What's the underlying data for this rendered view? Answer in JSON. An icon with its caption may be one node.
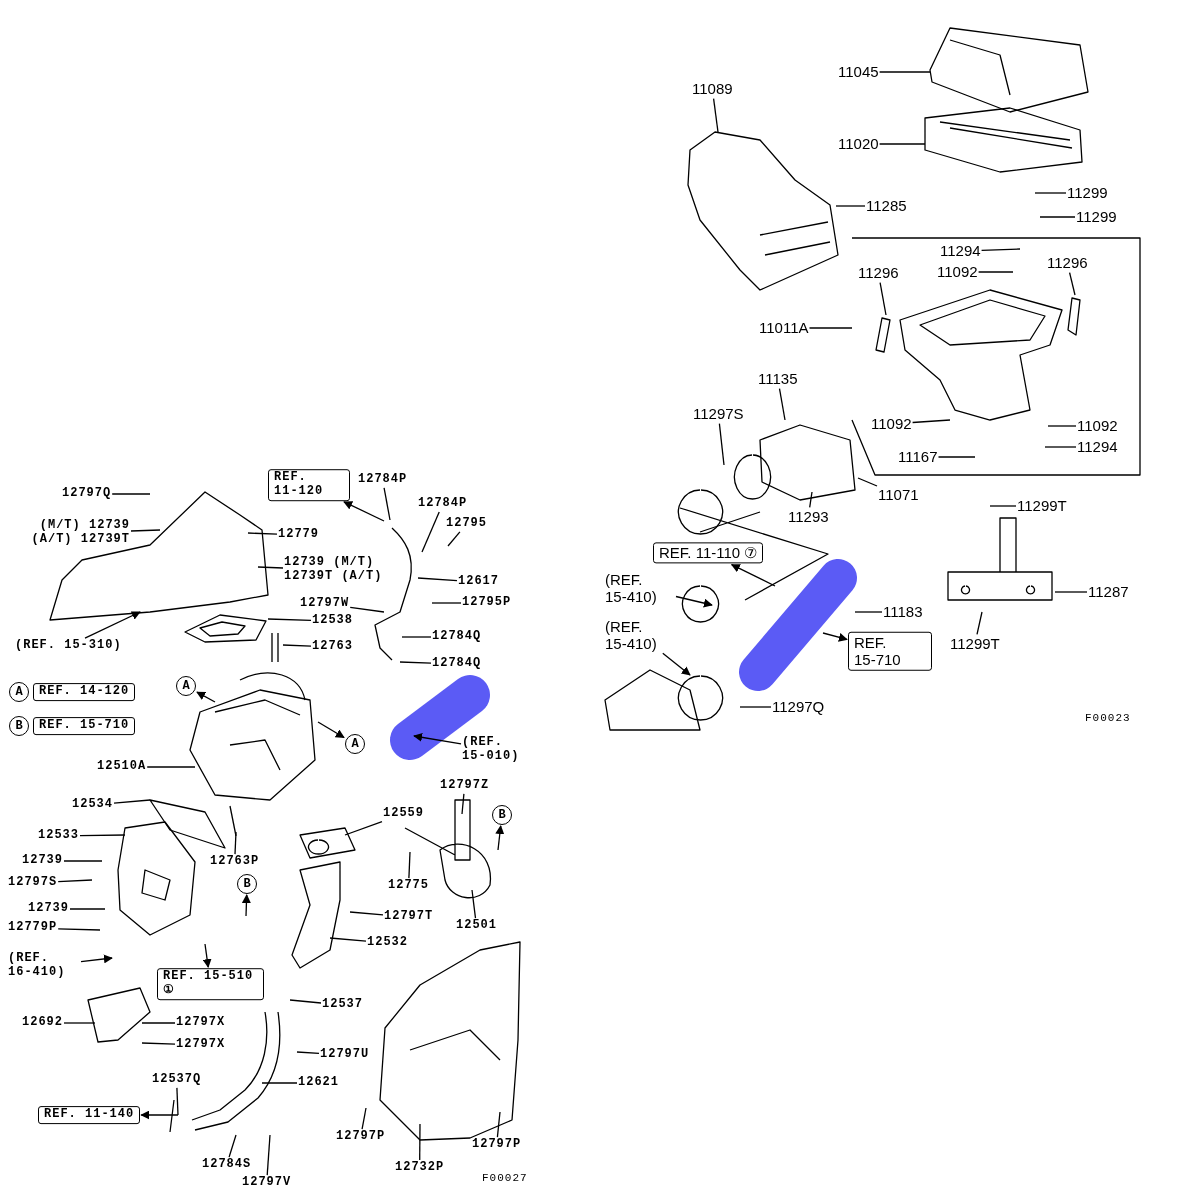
{
  "diagram": {
    "nodes": [
      {
        "text": [
          "12797Q"
        ]
      },
      {
        "text": [
          "(M/T) 12739 (A/T) 12739T"
        ]
      },
      {
        "text": [
          "12779"
        ]
      },
      {
        "text": [
          "12739 (M/T) 12739T (A/T)"
        ]
      },
      {
        "text": [
          "(REF. 15-310)"
        ]
      },
      {
        "text": [
          "REF. 11-120"
        ]
      },
      {
        "text": [
          "12784P"
        ]
      },
      {
        "text": [
          "12784P"
        ]
      },
      {
        "text": [
          "12795"
        ]
      },
      {
        "text": [
          "12617"
        ]
      },
      {
        "text": [
          "12797W"
        ]
      },
      {
        "text": [
          "12795P"
        ]
      },
      {
        "text": [
          "12538"
        ]
      },
      {
        "text": [
          "12784Q"
        ]
      },
      {
        "text": [
          "12763"
        ]
      },
      {
        "text": [
          "12784Q"
        ]
      },
      {
        "text": [
          "A"
        ]
      },
      {
        "text": [
          "REF. 14-120"
        ]
      },
      {
        "text": [
          "B"
        ]
      },
      {
        "text": [
          "REF. 15-710"
        ]
      },
      {
        "text": [
          "A"
        ]
      },
      {
        "text": [
          "A"
        ]
      },
      {
        "text": [
          "(REF. 15-010)"
        ]
      },
      {
        "text": [
          "12510A"
        ]
      },
      {
        "text": [
          "12797Z"
        ]
      },
      {
        "text": [
          "B"
        ]
      },
      {
        "text": [
          "12534"
        ]
      },
      {
        "text": [
          "12533"
        ]
      },
      {
        "text": [
          "12559"
        ]
      },
      {
        "text": [
          "12763P"
        ]
      },
      {
        "text": [
          "12739"
        ]
      },
      {
        "text": [
          "12797S"
        ]
      },
      {
        "text": [
          "B"
        ]
      },
      {
        "text": [
          "12775"
        ]
      },
      {
        "text": [
          "12739"
        ]
      },
      {
        "text": [
          "12797T"
        ]
      },
      {
        "text": [
          "12779P"
        ]
      },
      {
        "text": [
          "12501"
        ]
      },
      {
        "text": [
          "12532"
        ]
      },
      {
        "text": [
          "(REF. 16-410)"
        ]
      },
      {
        "text": [
          "REF. 15-510 ①"
        ]
      },
      {
        "text": [
          "12537"
        ]
      },
      {
        "text": [
          "12692"
        ]
      },
      {
        "text": [
          "12797X"
        ]
      },
      {
        "text": [
          "12797X"
        ]
      },
      {
        "text": [
          "12797U"
        ]
      },
      {
        "text": [
          "12537Q"
        ]
      },
      {
        "text": [
          "12621"
        ]
      },
      {
        "text": [
          "REF. 11-140"
        ]
      },
      {
        "text": [
          "12797P"
        ]
      },
      {
        "text": [
          "12797P"
        ]
      },
      {
        "text": [
          "12784S"
        ]
      },
      {
        "text": [
          "12797V"
        ]
      },
      {
        "text": [
          "12732P"
        ]
      },
      {
        "text": [
          "11089"
        ]
      },
      {
        "text": [
          "11045"
        ]
      },
      {
        "text": [
          "11020"
        ]
      },
      {
        "text": [
          "11285"
        ]
      },
      {
        "text": [
          "11299"
        ]
      },
      {
        "text": [
          "11299"
        ]
      },
      {
        "text": [
          "11294"
        ]
      },
      {
        "text": [
          "11296"
        ]
      },
      {
        "text": [
          "11092"
        ]
      },
      {
        "text": [
          "11296"
        ]
      },
      {
        "text": [
          "11011A"
        ]
      },
      {
        "text": [
          "11135"
        ]
      },
      {
        "text": [
          "11297S"
        ]
      },
      {
        "text": [
          "11092"
        ]
      },
      {
        "text": [
          "11092"
        ]
      },
      {
        "text": [
          "11294"
        ]
      },
      {
        "text": [
          "11167"
        ]
      },
      {
        "text": [
          "11071"
        ]
      },
      {
        "text": [
          "11293"
        ]
      },
      {
        "text": [
          "11299T"
        ]
      },
      {
        "text": [
          "REF. 11-110 ⑦"
        ]
      },
      {
        "text": [
          "(REF. 15-410)"
        ]
      },
      {
        "text": [
          "11287"
        ]
      },
      {
        "text": [
          "11183"
        ]
      },
      {
        "text": [
          "(REF. 15-410)"
        ]
      },
      {
        "text": [
          "REF. 15-710"
        ]
      },
      {
        "text": [
          "11299T"
        ]
      },
      {
        "text": [
          "11297Q"
        ]
      }
    ],
    "edges": [
      {
        "from": 0,
        "to": null,
        "arrow": "none"
      },
      {
        "from": 1,
        "to": null,
        "arrow": "none"
      },
      {
        "from": 2,
        "to": null,
        "arrow": "none"
      },
      {
        "from": 3,
        "to": null,
        "arrow": "none"
      },
      {
        "from": 4,
        "to": null,
        "arrow": "to"
      },
      {
        "from": null,
        "to": 5,
        "arrow": "to"
      },
      {
        "from": 6,
        "to": null,
        "arrow": "none"
      },
      {
        "from": 7,
        "to": null,
        "arrow": "none"
      },
      {
        "from": 8,
        "to": null,
        "arrow": "none"
      },
      {
        "from": 9,
        "to": null,
        "arrow": "none"
      },
      {
        "from": 10,
        "to": null,
        "arrow": "none"
      },
      {
        "from": 11,
        "to": null,
        "arrow": "none"
      },
      {
        "from": 12,
        "to": null,
        "arrow": "none"
      },
      {
        "from": 13,
        "to": null,
        "arrow": "none"
      },
      {
        "from": 14,
        "to": null,
        "arrow": "none"
      },
      {
        "from": 15,
        "to": null,
        "arrow": "none"
      },
      {
        "from": null,
        "to": 20,
        "arrow": "to"
      },
      {
        "from": null,
        "to": 21,
        "arrow": "to"
      },
      {
        "from": 22,
        "to": null,
        "arrow": "to"
      },
      {
        "from": 23,
        "to": null,
        "arrow": "none"
      },
      {
        "from": 24,
        "to": null,
        "arrow": "none"
      },
      {
        "from": null,
        "to": 25,
        "arrow": "to"
      },
      {
        "from": 26,
        "to": null,
        "arrow": "none"
      },
      {
        "from": 27,
        "to": null,
        "arrow": "none"
      },
      {
        "from": 28,
        "to": null,
        "arrow": "none"
      },
      {
        "from": 29,
        "to": null,
        "arrow": "none"
      },
      {
        "from": 30,
        "to": null,
        "arrow": "none"
      },
      {
        "from": 31,
        "to": null,
        "arrow": "none"
      },
      {
        "from": null,
        "to": 32,
        "arrow": "to"
      },
      {
        "from": 33,
        "to": null,
        "arrow": "none"
      },
      {
        "from": 34,
        "to": null,
        "arrow": "none"
      },
      {
        "from": 35,
        "to": null,
        "arrow": "none"
      },
      {
        "from": 36,
        "to": null,
        "arrow": "none"
      },
      {
        "from": 37,
        "to": null,
        "arrow": "none"
      },
      {
        "from": 38,
        "to": null,
        "arrow": "none"
      },
      {
        "from": 39,
        "to": null,
        "arrow": "to"
      },
      {
        "from": null,
        "to": 40,
        "arrow": "to"
      },
      {
        "from": 41,
        "to": null,
        "arrow": "none"
      },
      {
        "from": 42,
        "to": null,
        "arrow": "none"
      },
      {
        "from": 43,
        "to": null,
        "arrow": "none"
      },
      {
        "from": 44,
        "to": null,
        "arrow": "none"
      },
      {
        "from": 45,
        "to": null,
        "arrow": "none"
      },
      {
        "from": 46,
        "to": null,
        "arrow": "none"
      },
      {
        "from": 47,
        "to": null,
        "arrow": "none"
      },
      {
        "from": null,
        "to": 48,
        "arrow": "to"
      },
      {
        "from": 49,
        "to": null,
        "arrow": "none"
      },
      {
        "from": 50,
        "to": null,
        "arrow": "none"
      },
      {
        "from": 51,
        "to": null,
        "arrow": "none"
      },
      {
        "from": 52,
        "to": null,
        "arrow": "none"
      },
      {
        "from": 53,
        "to": null,
        "arrow": "none"
      },
      {
        "from": 54,
        "to": null,
        "arrow": "none"
      },
      {
        "from": 55,
        "to": null,
        "arrow": "none"
      },
      {
        "from": 56,
        "to": null,
        "arrow": "none"
      },
      {
        "from": 57,
        "to": null,
        "arrow": "none"
      },
      {
        "from": 58,
        "to": null,
        "arrow": "none"
      },
      {
        "from": 59,
        "to": null,
        "arrow": "none"
      },
      {
        "from": 60,
        "to": null,
        "arrow": "none"
      },
      {
        "from": 61,
        "to": null,
        "arrow": "none"
      },
      {
        "from": 62,
        "to": null,
        "arrow": "none"
      },
      {
        "from": 63,
        "to": null,
        "arrow": "none"
      },
      {
        "from": 64,
        "to": null,
        "arrow": "none"
      },
      {
        "from": 65,
        "to": null,
        "arrow": "none"
      },
      {
        "from": 66,
        "to": null,
        "arrow": "none"
      },
      {
        "from": 67,
        "to": null,
        "arrow": "none"
      },
      {
        "from": 68,
        "to": null,
        "arrow": "none"
      },
      {
        "from": 69,
        "to": null,
        "arrow": "none"
      },
      {
        "from": 70,
        "to": null,
        "arrow": "none"
      },
      {
        "from": 71,
        "to": null,
        "arrow": "none"
      },
      {
        "from": 72,
        "to": null,
        "arrow": "none"
      },
      {
        "from": 73,
        "to": null,
        "arrow": "none"
      },
      {
        "from": null,
        "to": 74,
        "arrow": "to"
      },
      {
        "from": 75,
        "to": null,
        "arrow": "to"
      },
      {
        "from": 76,
        "to": null,
        "arrow": "none"
      },
      {
        "from": 77,
        "to": null,
        "arrow": "none"
      },
      {
        "from": 78,
        "to": null,
        "arrow": "to"
      },
      {
        "from": null,
        "to": 79,
        "arrow": "to"
      },
      {
        "from": 80,
        "to": null,
        "arrow": "none"
      },
      {
        "from": 81,
        "to": null,
        "arrow": "none"
      }
    ],
    "labels": [
      "F00023",
      "F00027"
    ]
  }
}
